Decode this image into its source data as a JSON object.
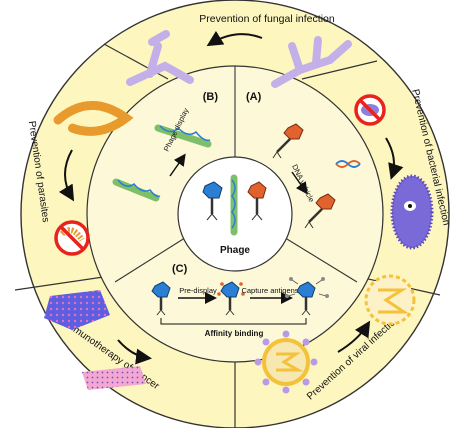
{
  "sections": {
    "fungal": "Prevention of fungal infection",
    "bacterial": "Prevention of bacterial infection",
    "viral": "Prevention of viral infection",
    "cancer": "Immunotherapy of cancer",
    "parasites": "Prevention of parasites"
  },
  "panels": {
    "b_label": "(B)",
    "a_label": "(A)",
    "c_label": "(C)",
    "phage_display": "Phage display",
    "dna_vehicle": "DNA vehicle",
    "pre_display": "Pre-display",
    "capture_antigens": "Capture antigens",
    "affinity_binding": "Affinity binding"
  },
  "center": {
    "label": "Phage"
  },
  "colors": {
    "outer_ring": "#fdf6bf",
    "inner_ring": "#fdf9d8",
    "fungal": "#bfa9e3",
    "parasite": "#e89a2c",
    "virus": "#f4c13b",
    "cancer": "#6b6be0",
    "bacteria": "#7a6ad8",
    "phage_blue": "#2a7fd4",
    "phage_orange": "#e0622c",
    "prohibit": "#e8231c"
  }
}
